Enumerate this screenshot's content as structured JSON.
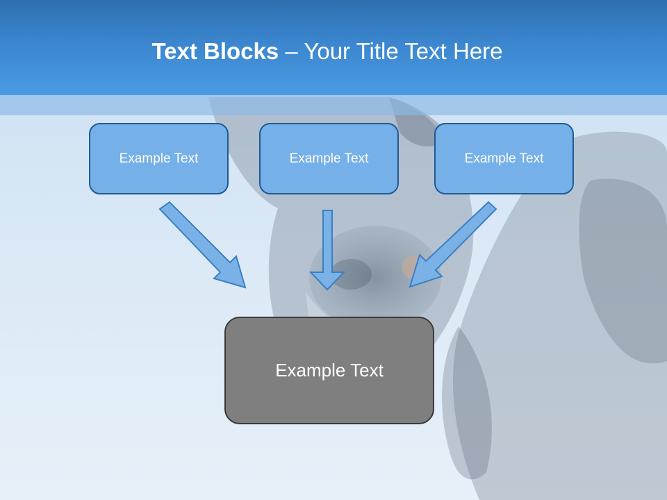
{
  "slide": {
    "title_bold": "Text Blocks",
    "title_dash": " – ",
    "title_rest": "Your Title Text Here"
  },
  "boxes": {
    "top": [
      {
        "label": "Example Text"
      },
      {
        "label": "Example Text"
      },
      {
        "label": "Example Text"
      }
    ],
    "bottom": {
      "label": "Example Text"
    }
  },
  "icons": {
    "arrows": [
      "arrow-down-right-icon",
      "arrow-down-icon",
      "arrow-down-left-icon"
    ],
    "background": "cow-photo-background"
  },
  "colors": {
    "header": "#3b86cf",
    "box_fill": "#76b0e8",
    "box_border": "#1f5a96",
    "center_fill": "#7f7f7f",
    "arrow_fill": "#7ab2e8",
    "arrow_stroke": "#3b7fc4"
  }
}
